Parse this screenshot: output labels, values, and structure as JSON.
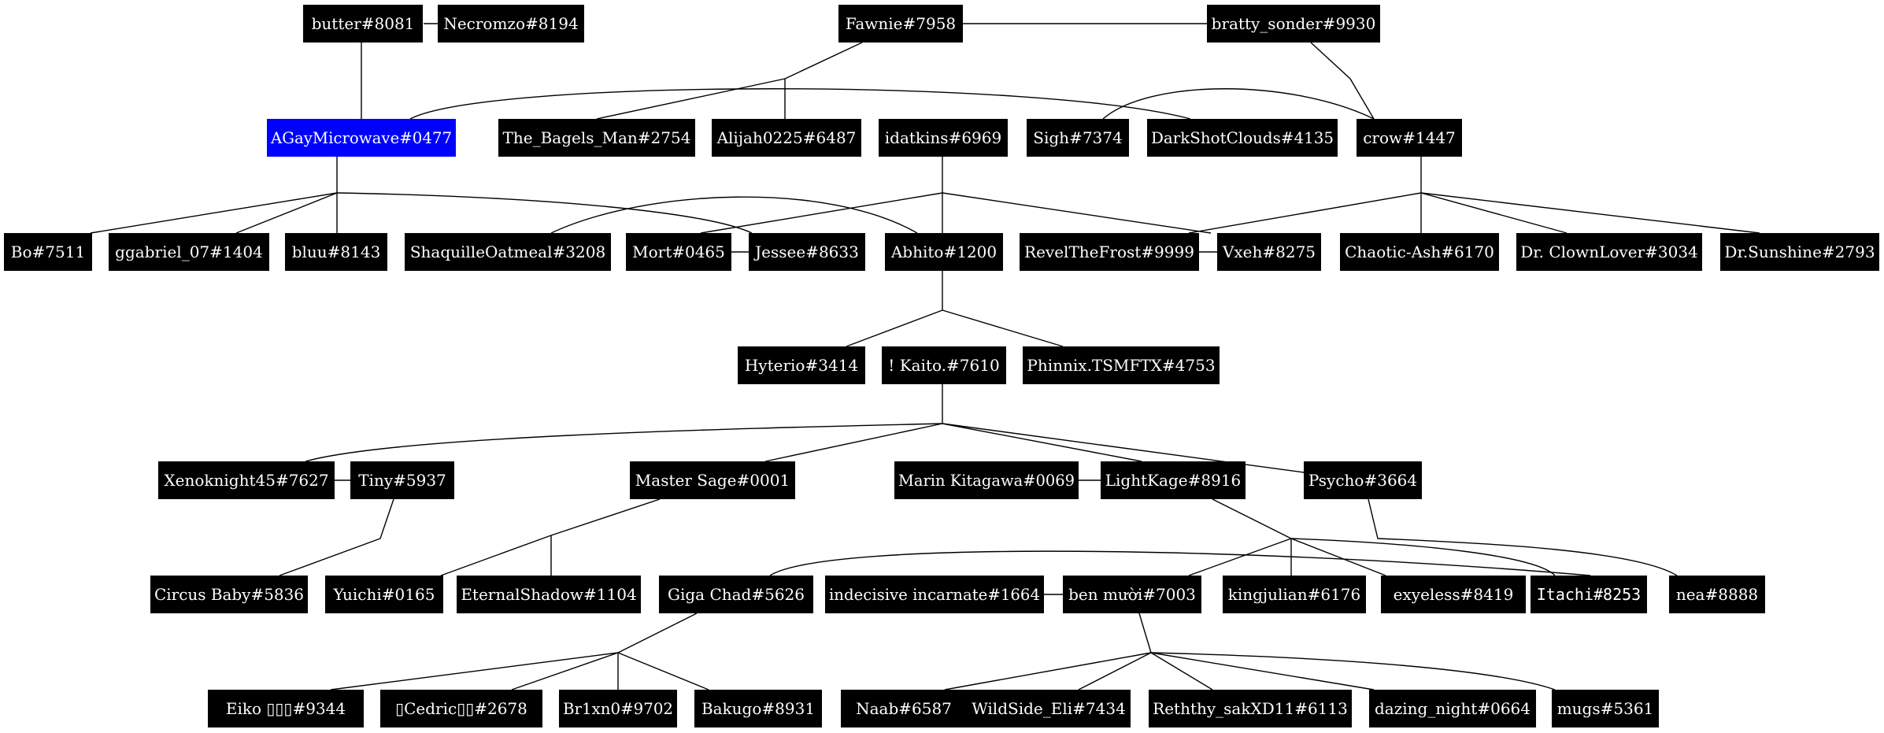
{
  "colors": {
    "background": "#ffffff",
    "node": "#000000",
    "highlight": "#0000ff",
    "label": "#ffffff",
    "edge": "#000000"
  },
  "nodes": {
    "butter": {
      "label": "butter#8081"
    },
    "necromzo": {
      "label": "Necromzo#8194"
    },
    "fawnie": {
      "label": "Fawnie#7958"
    },
    "bratty": {
      "label": "bratty_sonder#9930"
    },
    "agay": {
      "label": "AGayMicrowave#0477",
      "highlight": true
    },
    "bagels": {
      "label": "The_Bagels_Man#2754"
    },
    "alijah": {
      "label": "Alijah0225#6487"
    },
    "idatkins": {
      "label": "idatkins#6969"
    },
    "sigh": {
      "label": "Sigh#7374"
    },
    "darkshot": {
      "label": "DarkShotClouds#4135"
    },
    "crow": {
      "label": "crow#1447"
    },
    "bo": {
      "label": "Bo#7511"
    },
    "ggabriel": {
      "label": "ggabriel_07#1404"
    },
    "bluu": {
      "label": "bluu#8143"
    },
    "shaquille": {
      "label": "ShaquilleOatmeal#3208"
    },
    "mort": {
      "label": "Mort#0465"
    },
    "jessee": {
      "label": "Jessee#8633"
    },
    "abhito": {
      "label": "Abhito#1200"
    },
    "revel": {
      "label": "RevelTheFrost#9999"
    },
    "vxeh": {
      "label": "Vxeh#8275"
    },
    "chaotic": {
      "label": "Chaotic-Ash#6170"
    },
    "clown": {
      "label": "Dr. ClownLover#3034"
    },
    "sunshine": {
      "label": "Dr.Sunshine#2793"
    },
    "hyterio": {
      "label": "Hyterio#3414"
    },
    "kaito": {
      "label": "! Kaito.#7610"
    },
    "phinnix": {
      "label": "Phinnix.TSMFTX#4753"
    },
    "xeno": {
      "label": "Xenoknight45#7627"
    },
    "tiny": {
      "label": "Tiny#5937"
    },
    "sage": {
      "label": "Master Sage#0001"
    },
    "marin": {
      "label": "Marin Kitagawa#0069"
    },
    "lightkage": {
      "label": "LightKage#8916"
    },
    "psycho": {
      "label": "Psycho#3664"
    },
    "circus": {
      "label": "Circus Baby#5836"
    },
    "yuichi": {
      "label": "Yuichi#0165"
    },
    "eternal": {
      "label": "EternalShadow#1104"
    },
    "giga": {
      "label": "Giga Chad#5626"
    },
    "indecisive": {
      "label": "indecisive incarnate#1664"
    },
    "benmuoi": {
      "label": "ben mười#7003"
    },
    "kingjulian": {
      "label": "kingjulian#6176"
    },
    "exyeless": {
      "label": "exyeless#8419"
    },
    "itachi": {
      "label": "Itachi#8253",
      "mono": true
    },
    "nea": {
      "label": "nea#8888"
    },
    "eiko": {
      "label": "Eiko ▯▯▯#9344"
    },
    "cedric": {
      "label": "▯Cedric▯▯#2678"
    },
    "br1xn0": {
      "label": "Br1xn0#9702"
    },
    "bakugo": {
      "label": "Bakugo#8931"
    },
    "naab": {
      "label": "Naab#6587"
    },
    "wildside": {
      "label": "WildSide_Eli#7434"
    },
    "rethhy": {
      "label": "Reththy_sakXD11#6113"
    },
    "dazing": {
      "label": "dazing_night#0664"
    },
    "mugs": {
      "label": "mugs#5361"
    }
  }
}
